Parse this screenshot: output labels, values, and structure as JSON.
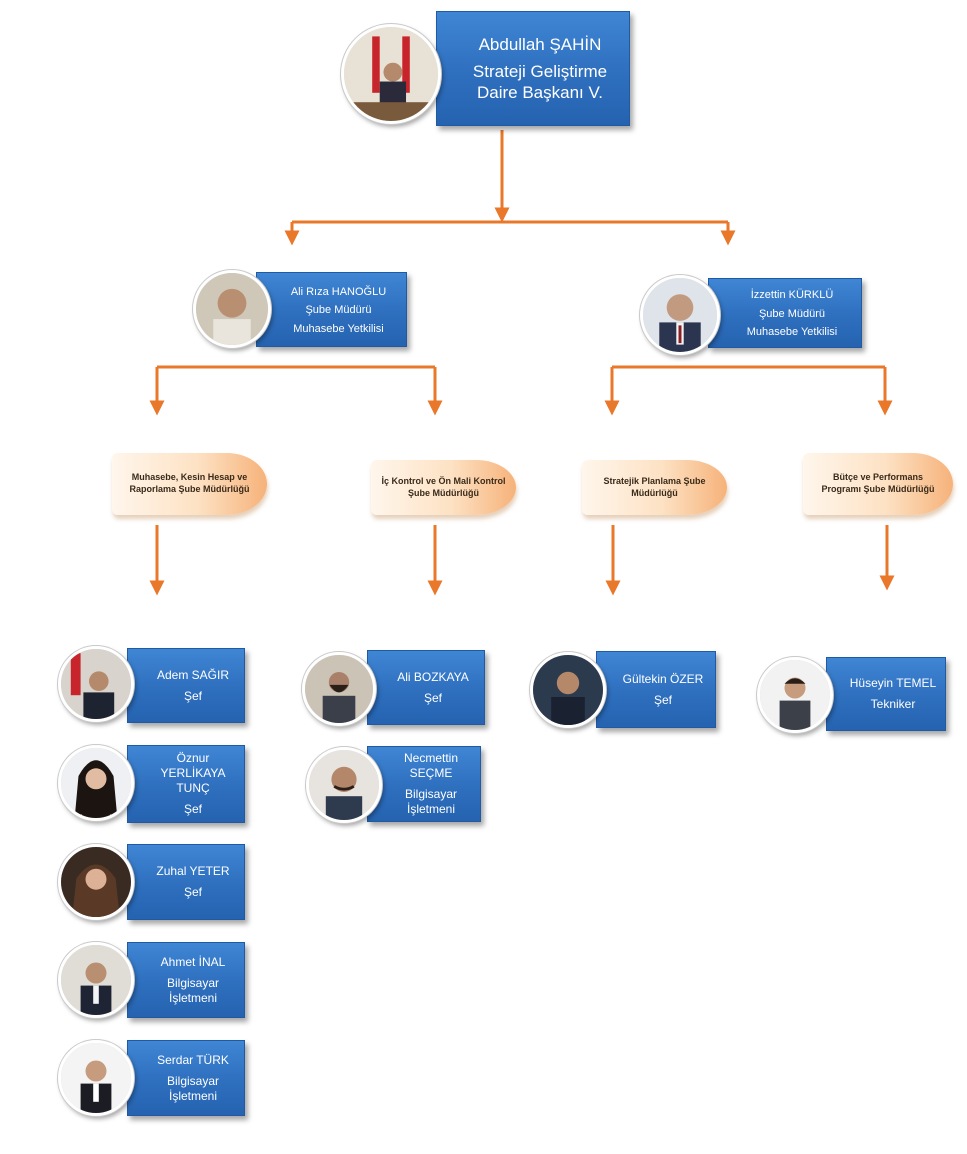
{
  "head": {
    "name": "Abdullah ŞAHİN",
    "title_line1": "Strateji Geliştirme",
    "title_line2": "Daire Başkanı V."
  },
  "managers": [
    {
      "name": "Ali Rıza HANOĞLU",
      "title_line1": "Şube Müdürü",
      "title_line2": "Muhasebe Yetkilisi"
    },
    {
      "name": "İzzettin KÜRKLÜ",
      "title_line1": "Şube Müdürü",
      "title_line2": "Muhasebe Yetkilisi"
    }
  ],
  "units": [
    "Muhasebe, Kesin Hesap ve Raporlama Şube Müdürlüğü",
    "İç Kontrol ve Ön Mali Kontrol Şube Müdürlüğü",
    "Stratejik Planlama Şube Müdürlüğü",
    "Bütçe ve Performans Programı Şube Müdürlüğü"
  ],
  "staff": [
    {
      "name": "Adem SAĞIR",
      "title": "Şef"
    },
    {
      "name": "Öznur YERLİKAYA TUNÇ",
      "title": "Şef"
    },
    {
      "name": "Zuhal YETER",
      "title": "Şef"
    },
    {
      "name": "Ahmet İNAL",
      "title": "Bilgisayar İşletmeni"
    },
    {
      "name": "Serdar TÜRK",
      "title": "Bilgisayar İşletmeni"
    },
    {
      "name": "Ali BOZKAYA",
      "title": "Şef"
    },
    {
      "name": "Necmettin SEÇME",
      "title": "Bilgisayar İşletmeni"
    },
    {
      "name": "Gültekin ÖZER",
      "title": "Şef"
    },
    {
      "name": "Hüseyin TEMEL",
      "title": "Tekniker"
    }
  ],
  "colors": {
    "box": "#2e6fbe",
    "connector": "#e9782a",
    "unit": "#fde2c4"
  }
}
